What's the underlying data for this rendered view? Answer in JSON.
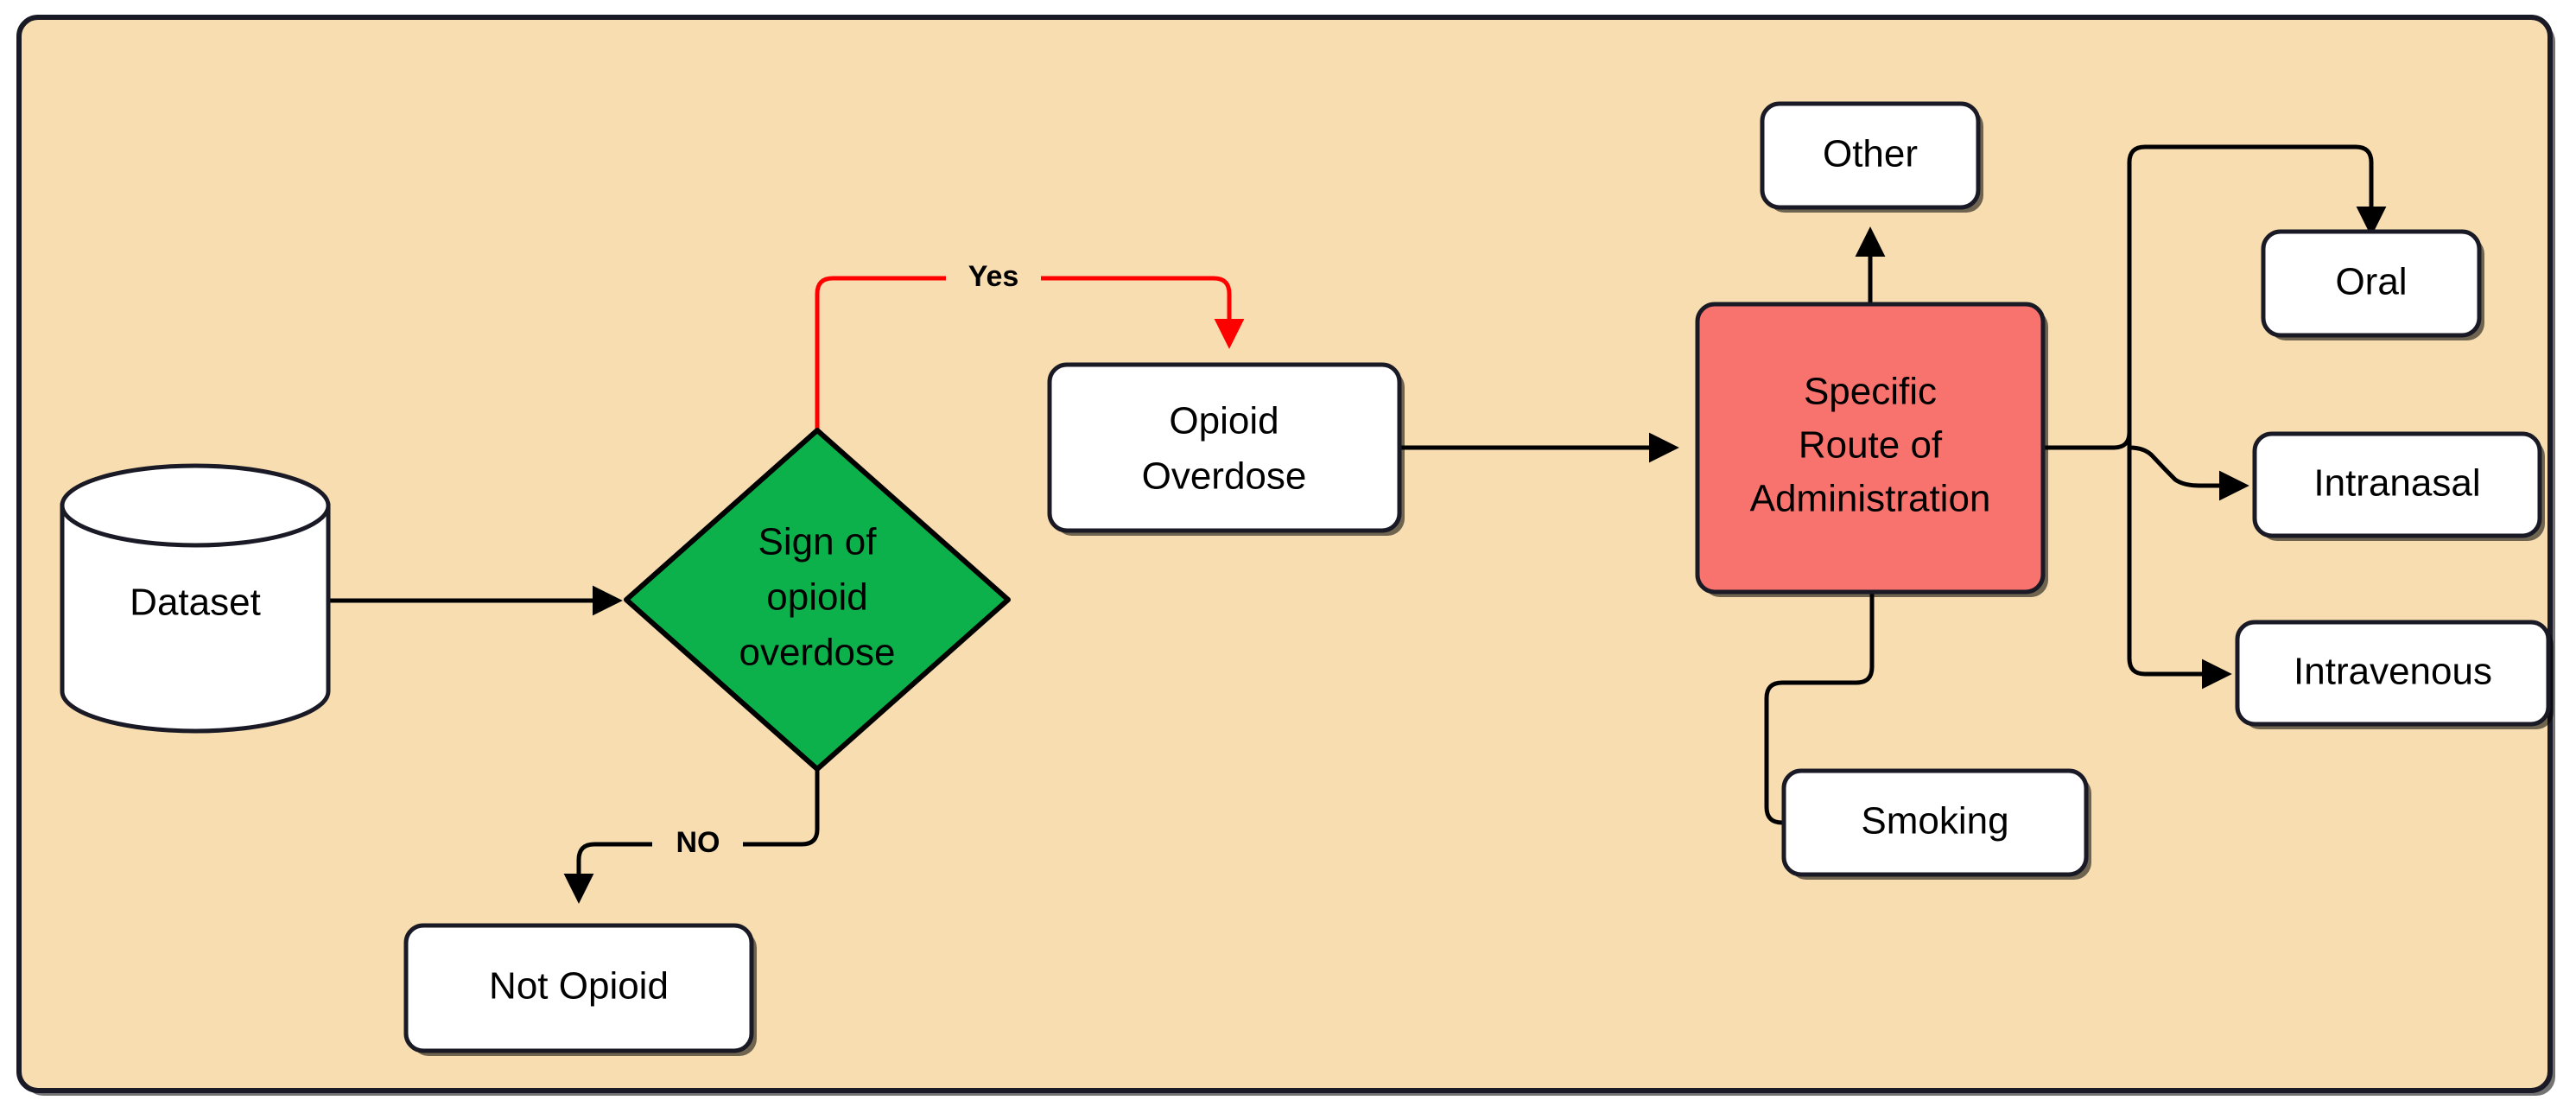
{
  "diagram": {
    "title": "Opioid overdose route-of-administration classification flowchart",
    "background_color": "#F7DDB0",
    "border_color": "#1a1a26",
    "colors": {
      "decision_green": "#0DB14B",
      "accent_red": "#F8736D",
      "yes_edge_red": "#FF0000",
      "node_white": "#FFFFFF",
      "stroke_black": "#000000"
    },
    "nodes": [
      {
        "id": "dataset",
        "label": "Dataset",
        "shape": "cylinder"
      },
      {
        "id": "decision",
        "label": "Sign of opioid overdose",
        "shape": "diamond",
        "lines": [
          "Sign of",
          "opioid",
          "overdose"
        ]
      },
      {
        "id": "notopioid",
        "label": "Not Opioid",
        "shape": "rounded-rect"
      },
      {
        "id": "overdose",
        "label": "Opioid Overdose",
        "shape": "rounded-rect",
        "lines": [
          "Opioid",
          "Overdose"
        ]
      },
      {
        "id": "route",
        "label": "Specific Route of Administration",
        "shape": "rounded-rect",
        "lines": [
          "Specific",
          "Route of",
          "Administration"
        ]
      },
      {
        "id": "other",
        "label": "Other",
        "shape": "rounded-rect"
      },
      {
        "id": "oral",
        "label": "Oral",
        "shape": "rounded-rect"
      },
      {
        "id": "intranasal",
        "label": "Intranasal",
        "shape": "rounded-rect"
      },
      {
        "id": "intravenous",
        "label": "Intravenous",
        "shape": "rounded-rect"
      },
      {
        "id": "smoking",
        "label": "Smoking",
        "shape": "rounded-rect"
      }
    ],
    "edges": [
      {
        "from": "dataset",
        "to": "decision",
        "label": "",
        "color": "#000000"
      },
      {
        "from": "decision",
        "to": "overdose",
        "label": "Yes",
        "color": "#FF0000"
      },
      {
        "from": "decision",
        "to": "notopioid",
        "label": "NO",
        "color": "#000000"
      },
      {
        "from": "overdose",
        "to": "route",
        "label": "",
        "color": "#000000"
      },
      {
        "from": "route",
        "to": "other",
        "label": "",
        "color": "#000000"
      },
      {
        "from": "route",
        "to": "oral",
        "label": "",
        "color": "#000000"
      },
      {
        "from": "route",
        "to": "intranasal",
        "label": "",
        "color": "#000000"
      },
      {
        "from": "route",
        "to": "intravenous",
        "label": "",
        "color": "#000000"
      },
      {
        "from": "route",
        "to": "smoking",
        "label": "",
        "color": "#000000"
      }
    ],
    "edge_labels": {
      "yes": "Yes",
      "no": "NO"
    },
    "node_text": {
      "dataset": "Dataset",
      "decision_l1": "Sign of",
      "decision_l2": "opioid",
      "decision_l3": "overdose",
      "notopioid": "Not Opioid",
      "overdose_l1": "Opioid",
      "overdose_l2": "Overdose",
      "route_l1": "Specific",
      "route_l2": "Route of",
      "route_l3": "Administration",
      "other": "Other",
      "oral": "Oral",
      "intranasal": "Intranasal",
      "intravenous": "Intravenous",
      "smoking": "Smoking"
    }
  }
}
